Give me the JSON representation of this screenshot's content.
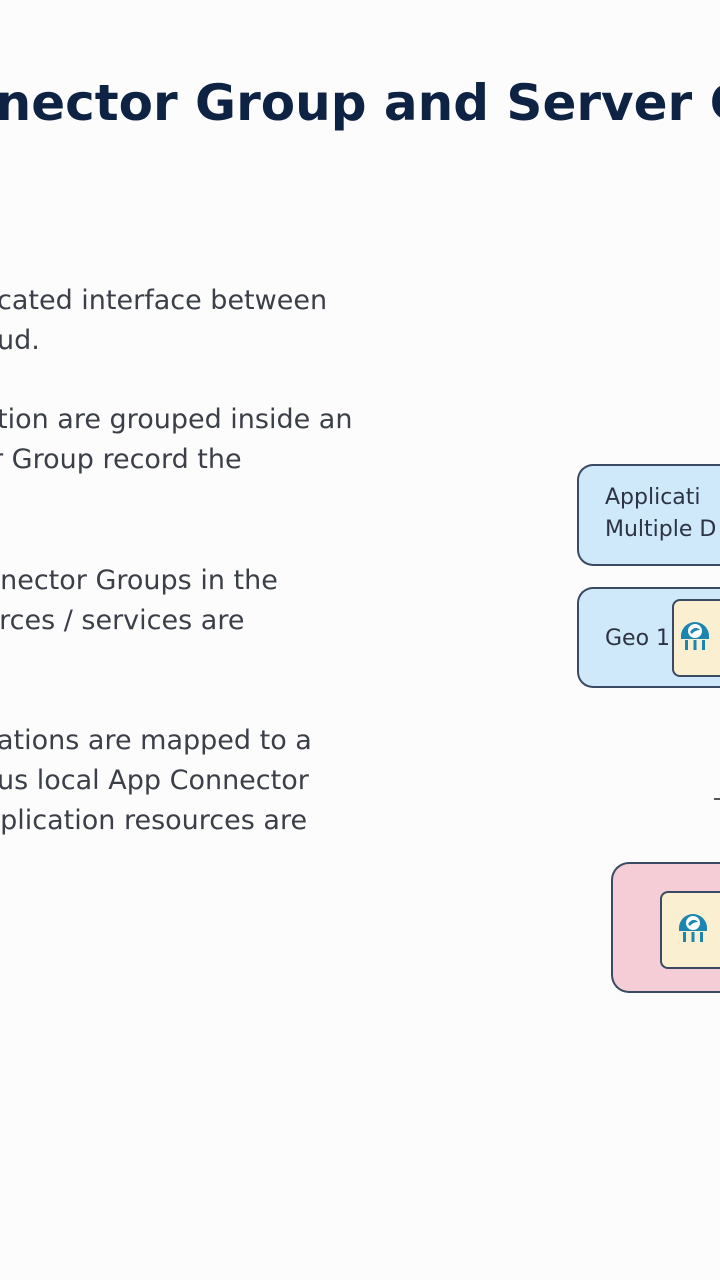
{
  "title": "nnector Group and Server G",
  "paragraphs": [
    {
      "lines": [
        "cated interface between",
        "ud."
      ]
    },
    {
      "lines": [
        "tion are grouped inside an",
        "r Group record the"
      ]
    },
    {
      "lines": [
        "nnector Groups in the",
        "urces / services are"
      ]
    },
    {
      "lines": [
        "ations are mapped to a",
        "us local App Connector",
        "pplication resources are"
      ]
    }
  ],
  "diagram": {
    "app_box": {
      "line1": "Applicati",
      "line2": "Multiple D"
    },
    "geo_box": {
      "label": "Geo 1"
    },
    "connector_icon": "app-connector-icon",
    "colors": {
      "light_blue": "#cfe8fa",
      "pink": "#f5cdd6",
      "connector_fill": "#fbefd2",
      "icon": "#1b86b0",
      "title": "#0e2244"
    }
  }
}
